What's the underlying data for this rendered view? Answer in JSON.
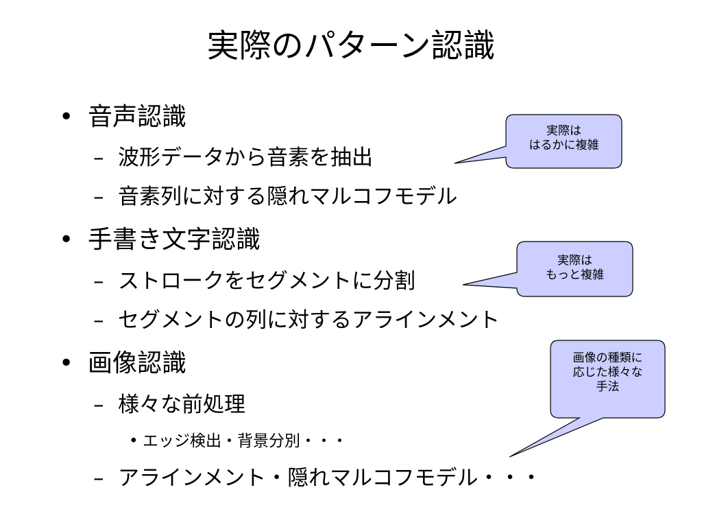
{
  "slide": {
    "title": "実際のパターン認識",
    "bullet_mark": "•",
    "dash_mark": "–",
    "small_bullet_mark": "•",
    "sections": [
      {
        "heading": "音声認識",
        "items": [
          "波形データから音素を抽出",
          "音素列に対する隠れマルコフモデル"
        ]
      },
      {
        "heading": "手書き文字認識",
        "items": [
          "ストロークをセグメントに分割",
          "セグメントの列に対するアラインメント"
        ]
      },
      {
        "heading": "画像認識",
        "items": [
          "様々な前処理",
          "アラインメント・隠れマルコフモデル・・・"
        ],
        "subitems": [
          "エッジ検出・背景分別・・・"
        ]
      }
    ]
  },
  "callouts": [
    {
      "text": "実際は\nはるかに複雑"
    },
    {
      "text": "実際は\nもっと複雑"
    },
    {
      "text": "画像の種類に\n応じた様々な\n手法"
    }
  ],
  "colors": {
    "callout_fill": "#cccfff",
    "callout_stroke": "#000000"
  }
}
